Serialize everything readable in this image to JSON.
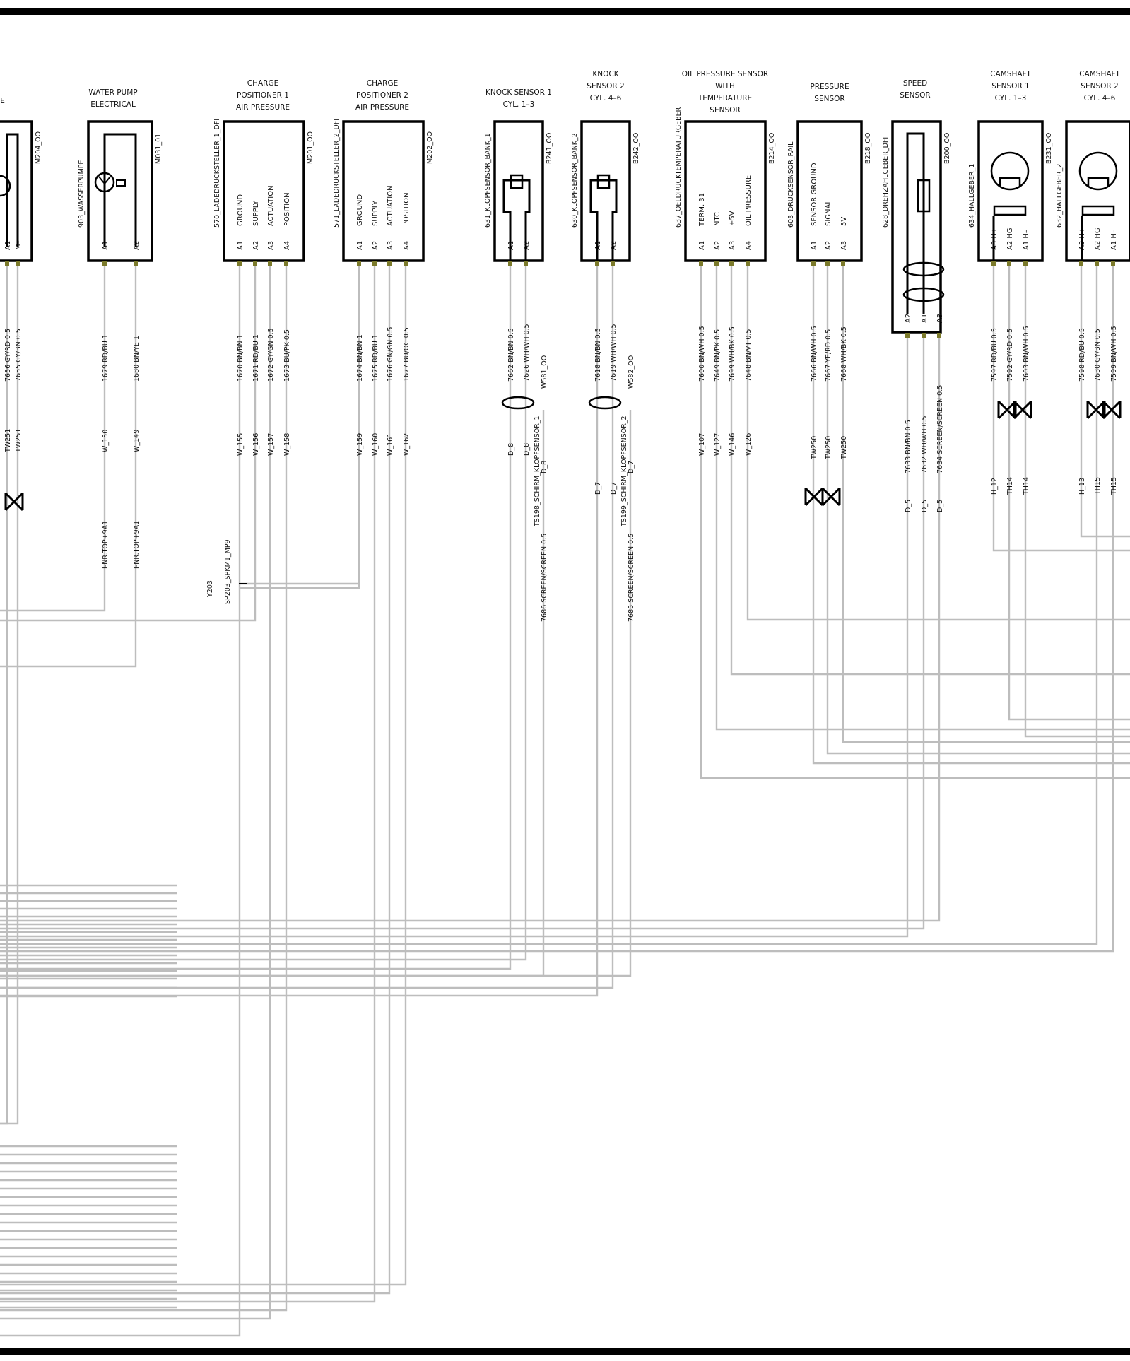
{
  "colors": {
    "wire": "#bdbdbd",
    "pin": "#7b7a2b",
    "frame": "#000000"
  },
  "components": [
    {
      "id": "valve",
      "title": [
        "VE"
      ],
      "ref_left": "",
      "ref_right": "M204_OO",
      "pins": [
        "A1",
        "M–"
      ],
      "functions": [],
      "wires": [
        {
          "code": "7656 GY/RD 0.5",
          "conn": "TW251"
        },
        {
          "code": "7655 GY/BN 0.5",
          "conn": "TW251"
        }
      ]
    },
    {
      "id": "water-pump",
      "title": [
        "WATER PUMP",
        "ELECTRICAL"
      ],
      "ref_left": "903_WASSERPUMPE",
      "ref_right": "M031_01",
      "pins": [
        "A1",
        "A2"
      ],
      "functions": [],
      "wires": [
        {
          "code": "1679 RD/BU 1",
          "conn": "W_150",
          "dest": "I-NR.TOP+9A1"
        },
        {
          "code": "1680 BN/YE 1",
          "conn": "W_149",
          "dest": "I-NR.TOP+9A1"
        }
      ]
    },
    {
      "id": "charge-positioner-1",
      "title": [
        "CHARGE",
        "POSITIONER 1",
        "AIR PRESSURE"
      ],
      "ref_left": "570_LADEDRUCKSTELLER_1_DFI",
      "ref_right": "M201_OO",
      "pins": [
        "A1",
        "A2",
        "A3",
        "A4"
      ],
      "functions": [
        "GROUND",
        "SUPPLY",
        "ACTUATION",
        "POSITION"
      ],
      "wires": [
        {
          "code": "1670 BN/BN 1",
          "conn": "W_155"
        },
        {
          "code": "1671 RD/BU 1",
          "conn": "W_156"
        },
        {
          "code": "1672 GY/GN 0.5",
          "conn": "W_157"
        },
        {
          "code": "1673 BU/PK 0.5",
          "conn": "W_158"
        }
      ]
    },
    {
      "id": "charge-positioner-2",
      "title": [
        "CHARGE",
        "POSITIONER 2",
        "AIR PRESSURE"
      ],
      "ref_left": "571_LADEDRUCKSTELLER_2_DFI",
      "ref_right": "M202_OO",
      "pins": [
        "A1",
        "A2",
        "A3",
        "A4"
      ],
      "functions": [
        "GROUND",
        "SUPPLY",
        "ACTUATION",
        "POSITION"
      ],
      "wires": [
        {
          "code": "1674 BN/BN 1",
          "conn": "W_159"
        },
        {
          "code": "1675 RD/BU 1",
          "conn": "W_160"
        },
        {
          "code": "1676 GN/GN 0.5",
          "conn": "W_161"
        },
        {
          "code": "1677 BU/OG 0.5",
          "conn": "W_162"
        }
      ]
    },
    {
      "id": "knock-sensor-1",
      "title": [
        "KNOCK SENSOR 1",
        "CYL. 1–3"
      ],
      "ref_left": "631_KLOPFSENSOR_BANK_1",
      "ref_right": "B241_OO",
      "pins": [
        "A1",
        "A2"
      ],
      "functions": [],
      "wires": [
        {
          "code": "7662 BN/BN 0.5",
          "conn": "D_8"
        },
        {
          "code": "7626 WH/WH 0.5",
          "conn": "D_8"
        }
      ],
      "shield": {
        "id": "W581_OO",
        "splice": "TS198_SCHIRM_KLOPFSENSOR_1",
        "conn": "D_8",
        "wire": "7686 SCREEN/SCREEN 0.5"
      }
    },
    {
      "id": "knock-sensor-2",
      "title": [
        "KNOCK",
        "SENSOR 2",
        "CYL. 4–6"
      ],
      "ref_left": "630_KLOPFSENSOR_BANK_2",
      "ref_right": "B242_OO",
      "pins": [
        "A1",
        "A2"
      ],
      "functions": [],
      "wires": [
        {
          "code": "7618 BN/BN 0.5",
          "conn": "D_7"
        },
        {
          "code": "7619 WH/WH 0.5",
          "conn": "D_7"
        }
      ],
      "shield": {
        "id": "W582_OO",
        "splice": "TS199_SCHIRM_KLOPFSENSOR_2",
        "conn": "D_7",
        "wire": "7685 SCREEN/SCREEN 0.5"
      }
    },
    {
      "id": "oil-pressure-sensor",
      "title": [
        "OIL PRESSURE SENSOR",
        "WITH",
        "TEMPERATURE",
        "SENSOR"
      ],
      "ref_left": "637_OELDRUCKTEMPERATURGEBER",
      "ref_right": "B214_OO",
      "pins": [
        "A1",
        "A2",
        "A3",
        "A4"
      ],
      "functions": [
        "TERM. 31",
        "NTC",
        "+5V",
        "OIL PRESSURE"
      ],
      "wires": [
        {
          "code": "7600 BN/WH 0.5",
          "conn": "W_107"
        },
        {
          "code": "7649 BN/PK 0.5",
          "conn": "W_127"
        },
        {
          "code": "7699 WH/BK 0.5",
          "conn": "W_146"
        },
        {
          "code": "7648 BN/VT 0.5",
          "conn": "W_126"
        }
      ]
    },
    {
      "id": "pressure-sensor",
      "title": [
        "PRESSURE",
        "SENSOR"
      ],
      "ref_left": "603_DRUCKSENSOR_RAIL",
      "ref_right": "B218_OO",
      "pins": [
        "A1",
        "A2",
        "A3"
      ],
      "functions": [
        "SENSOR GROUND",
        "SIGNAL",
        "5V"
      ],
      "wires": [
        {
          "code": "7666 BN/WH 0.5",
          "conn": "TW250"
        },
        {
          "code": "7667 YE/RD 0.5",
          "conn": "TW250"
        },
        {
          "code": "7668 WH/BK 0.5",
          "conn": "TW250"
        }
      ]
    },
    {
      "id": "speed-sensor",
      "title": [
        "SPEED",
        "SENSOR"
      ],
      "ref_left": "628_DREHZAHLGEBER_DFI",
      "ref_right": "B200_OO",
      "pins": [
        "A2",
        "A1",
        "A3"
      ],
      "functions": [],
      "wires": [
        {
          "code": "7633 BN/BN 0.5",
          "conn": "D_5"
        },
        {
          "code": "7632 WH/WH 0.5",
          "conn": "D_5"
        },
        {
          "code": "7634 SCREEN/SCREEN 0.5",
          "conn": "D_5"
        }
      ]
    },
    {
      "id": "camshaft-sensor-1",
      "title": [
        "CAMSHAFT",
        "SENSOR 1",
        "CYL. 1–3"
      ],
      "ref_left": "634_HALLGEBER_1",
      "ref_right": "B231_OO",
      "pins": [
        "A3 H+",
        "A2 HG",
        "A1 H–"
      ],
      "functions": [],
      "wires": [
        {
          "code": "7597 RD/BU 0.5",
          "conn": "H_12"
        },
        {
          "code": "7592 GY/RD 0.5",
          "conn": "TH14"
        },
        {
          "code": "7603 BN/WH 0.5",
          "conn": "TH14"
        }
      ]
    },
    {
      "id": "camshaft-sensor-2",
      "title": [
        "CAMSHAFT",
        "SENSOR 2",
        "CYL. 4–6"
      ],
      "ref_left": "632_HALLGEBER_2",
      "ref_right": "",
      "pins": [
        "A3 H+",
        "A2 HG",
        "A1 H–"
      ],
      "functions": [],
      "wires": [
        {
          "code": "7598 RD/BU 0.5",
          "conn": "H_13"
        },
        {
          "code": "7630 GY/BN 0.5",
          "conn": "TH15"
        },
        {
          "code": "7599 BN/WH 0.5",
          "conn": "TH15"
        }
      ]
    }
  ],
  "splice": {
    "id": "Y203",
    "name": "SP203_SPKM1_MP9"
  }
}
